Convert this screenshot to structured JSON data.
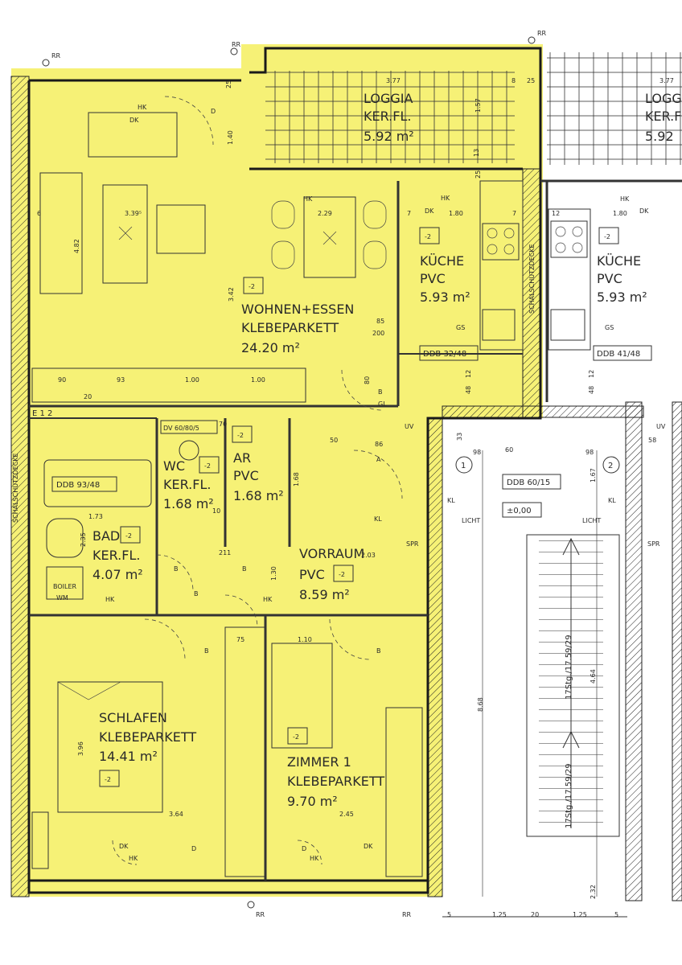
{
  "colors": {
    "highlight": "#f5f06a",
    "line": "#2a2a2a",
    "paper": "#ffffff"
  },
  "rooms": {
    "loggia": {
      "name": "LOGGIA",
      "floor": "KER.FL.",
      "area": "5.92 m²"
    },
    "loggia2": {
      "name": "LOGGI",
      "floor": "KER.F",
      "area": "5.92"
    },
    "kueche": {
      "name": "KÜCHE",
      "floor": "PVC",
      "area": "5.93 m²",
      "tag": "-2"
    },
    "kueche2": {
      "name": "KÜCHE",
      "floor": "PVC",
      "area": "5.93 m²",
      "tag": "-2"
    },
    "wohnen": {
      "name": "WOHNEN+ESSEN",
      "floor": "KLEBEPARKETT",
      "area": "24.20 m²",
      "tag": "-2"
    },
    "wc": {
      "name": "WC",
      "floor": "KER.FL.",
      "area": "1.68 m²",
      "tag": "-2"
    },
    "ar": {
      "name": "AR",
      "floor": "PVC",
      "area": "1.68 m²",
      "tag": "-2"
    },
    "bad": {
      "name": "BAD",
      "floor": "KER.FL.",
      "area": "4.07 m²",
      "tag": "-2"
    },
    "vorraum": {
      "name": "VORRAUM",
      "floor": "PVC",
      "area": "8.59 m²",
      "tag": "-2"
    },
    "schlafen": {
      "name": "SCHLAFEN",
      "floor": "KLEBEPARKETT",
      "area": "14.41 m²",
      "tag": "-2"
    },
    "zimmer1": {
      "name": "ZIMMER 1",
      "floor": "KLEBEPARKETT",
      "area": "9.70 m²",
      "tag": "-2"
    }
  },
  "markers": {
    "rr": "RR",
    "hk": "HK",
    "dk": "DK",
    "d": "D",
    "b": "B",
    "gl": "GL",
    "uv": "UV",
    "spr": "SPR",
    "kl": "KL",
    "licht": "LICHT",
    "gs": "GS",
    "a": "A",
    "boiler": "BOILER",
    "wm": "WM",
    "circle1": "1",
    "circle2": "2",
    "level": "±0,00",
    "e12": "E 1 2",
    "schalschutz": "SCHALSCHUTZDECKE",
    "schalschutz2": "SCHALSCHUTZDECKE"
  },
  "ddb": {
    "kueche": "DDB 32/48",
    "kueche2": "DDB 41/48",
    "bad": "DDB 93/48",
    "wc": "DV 60/80/5",
    "stair": "DDB 60/15"
  },
  "dims": {
    "d377": "3.77",
    "d377b": "3.77",
    "d395": "3.39⁵",
    "d229": "2.29",
    "d180": "1.80",
    "d180b": "1.80",
    "d482": "4.82",
    "d342": "3.42",
    "d90": "90",
    "d93": "93",
    "d100a": "1.00",
    "d100b": "1.00",
    "d85": "85",
    "d200": "200",
    "d80": "80",
    "d173": "1.73",
    "d168": "1.68",
    "d86": "86",
    "d203": "2.03",
    "d75": "75",
    "d110": "1.10",
    "d396": "3.96",
    "d364": "3.64",
    "d245": "2.45",
    "d33": "33",
    "d98": "98",
    "d98b": "98",
    "d60": "60",
    "d868": "8.68",
    "d464": "4.64",
    "d232": "2.32",
    "d125": "1.25",
    "d125b": "1.25",
    "d20": "20",
    "d5a": "5",
    "d5b": "5",
    "d167": "1.67",
    "d58": "58",
    "d8": "8",
    "d25": "25",
    "d25b": "25",
    "d25c": "25",
    "d157": "1.57",
    "d13": "13",
    "d140": "1.40",
    "d6": "6",
    "d7": "7",
    "d7b": "7",
    "d12": "12",
    "d12b": "12",
    "d48": "48",
    "d48b": "48",
    "d12c": "12",
    "d235": "2.35",
    "d10": "10",
    "d211": "211",
    "d130": "1.30",
    "d50": "50",
    "d70": "70",
    "d20b": "20"
  },
  "stairs": {
    "run1": "17Stg./17.59/29",
    "run2": "17Stg./17.59/29"
  }
}
